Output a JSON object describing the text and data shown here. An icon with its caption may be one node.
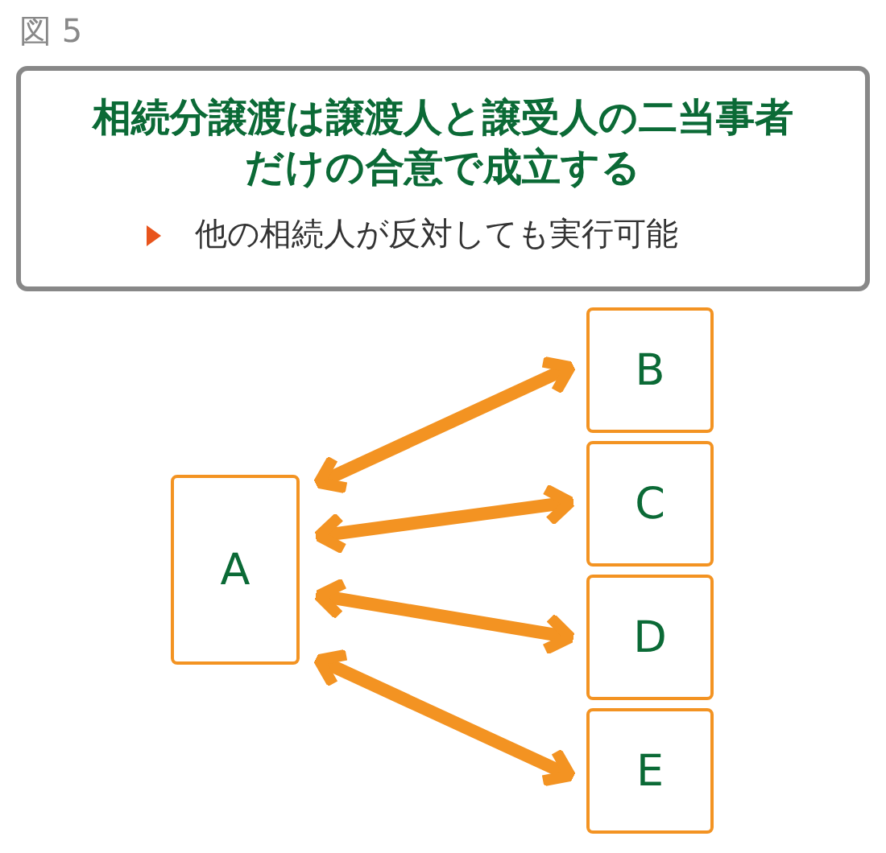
{
  "diagram": {
    "nodes": [
      {
        "text": [
          "相続分譲渡は譲渡人と譲受人の二当事者だけの合意で成立する",
          "他の相続人が反対しても実行可能"
        ]
      },
      {
        "text": [
          "A"
        ]
      },
      {
        "text": [
          "B"
        ]
      },
      {
        "text": [
          "C"
        ]
      },
      {
        "text": [
          "D"
        ]
      },
      {
        "text": [
          "E"
        ]
      }
    ],
    "edges": [
      {
        "from": 1,
        "to": 2,
        "arrow": "both"
      },
      {
        "from": 1,
        "to": 3,
        "arrow": "both"
      },
      {
        "from": 1,
        "to": 4,
        "arrow": "both"
      },
      {
        "from": 1,
        "to": 5,
        "arrow": "both"
      }
    ],
    "labels": [
      "図 5"
    ]
  }
}
